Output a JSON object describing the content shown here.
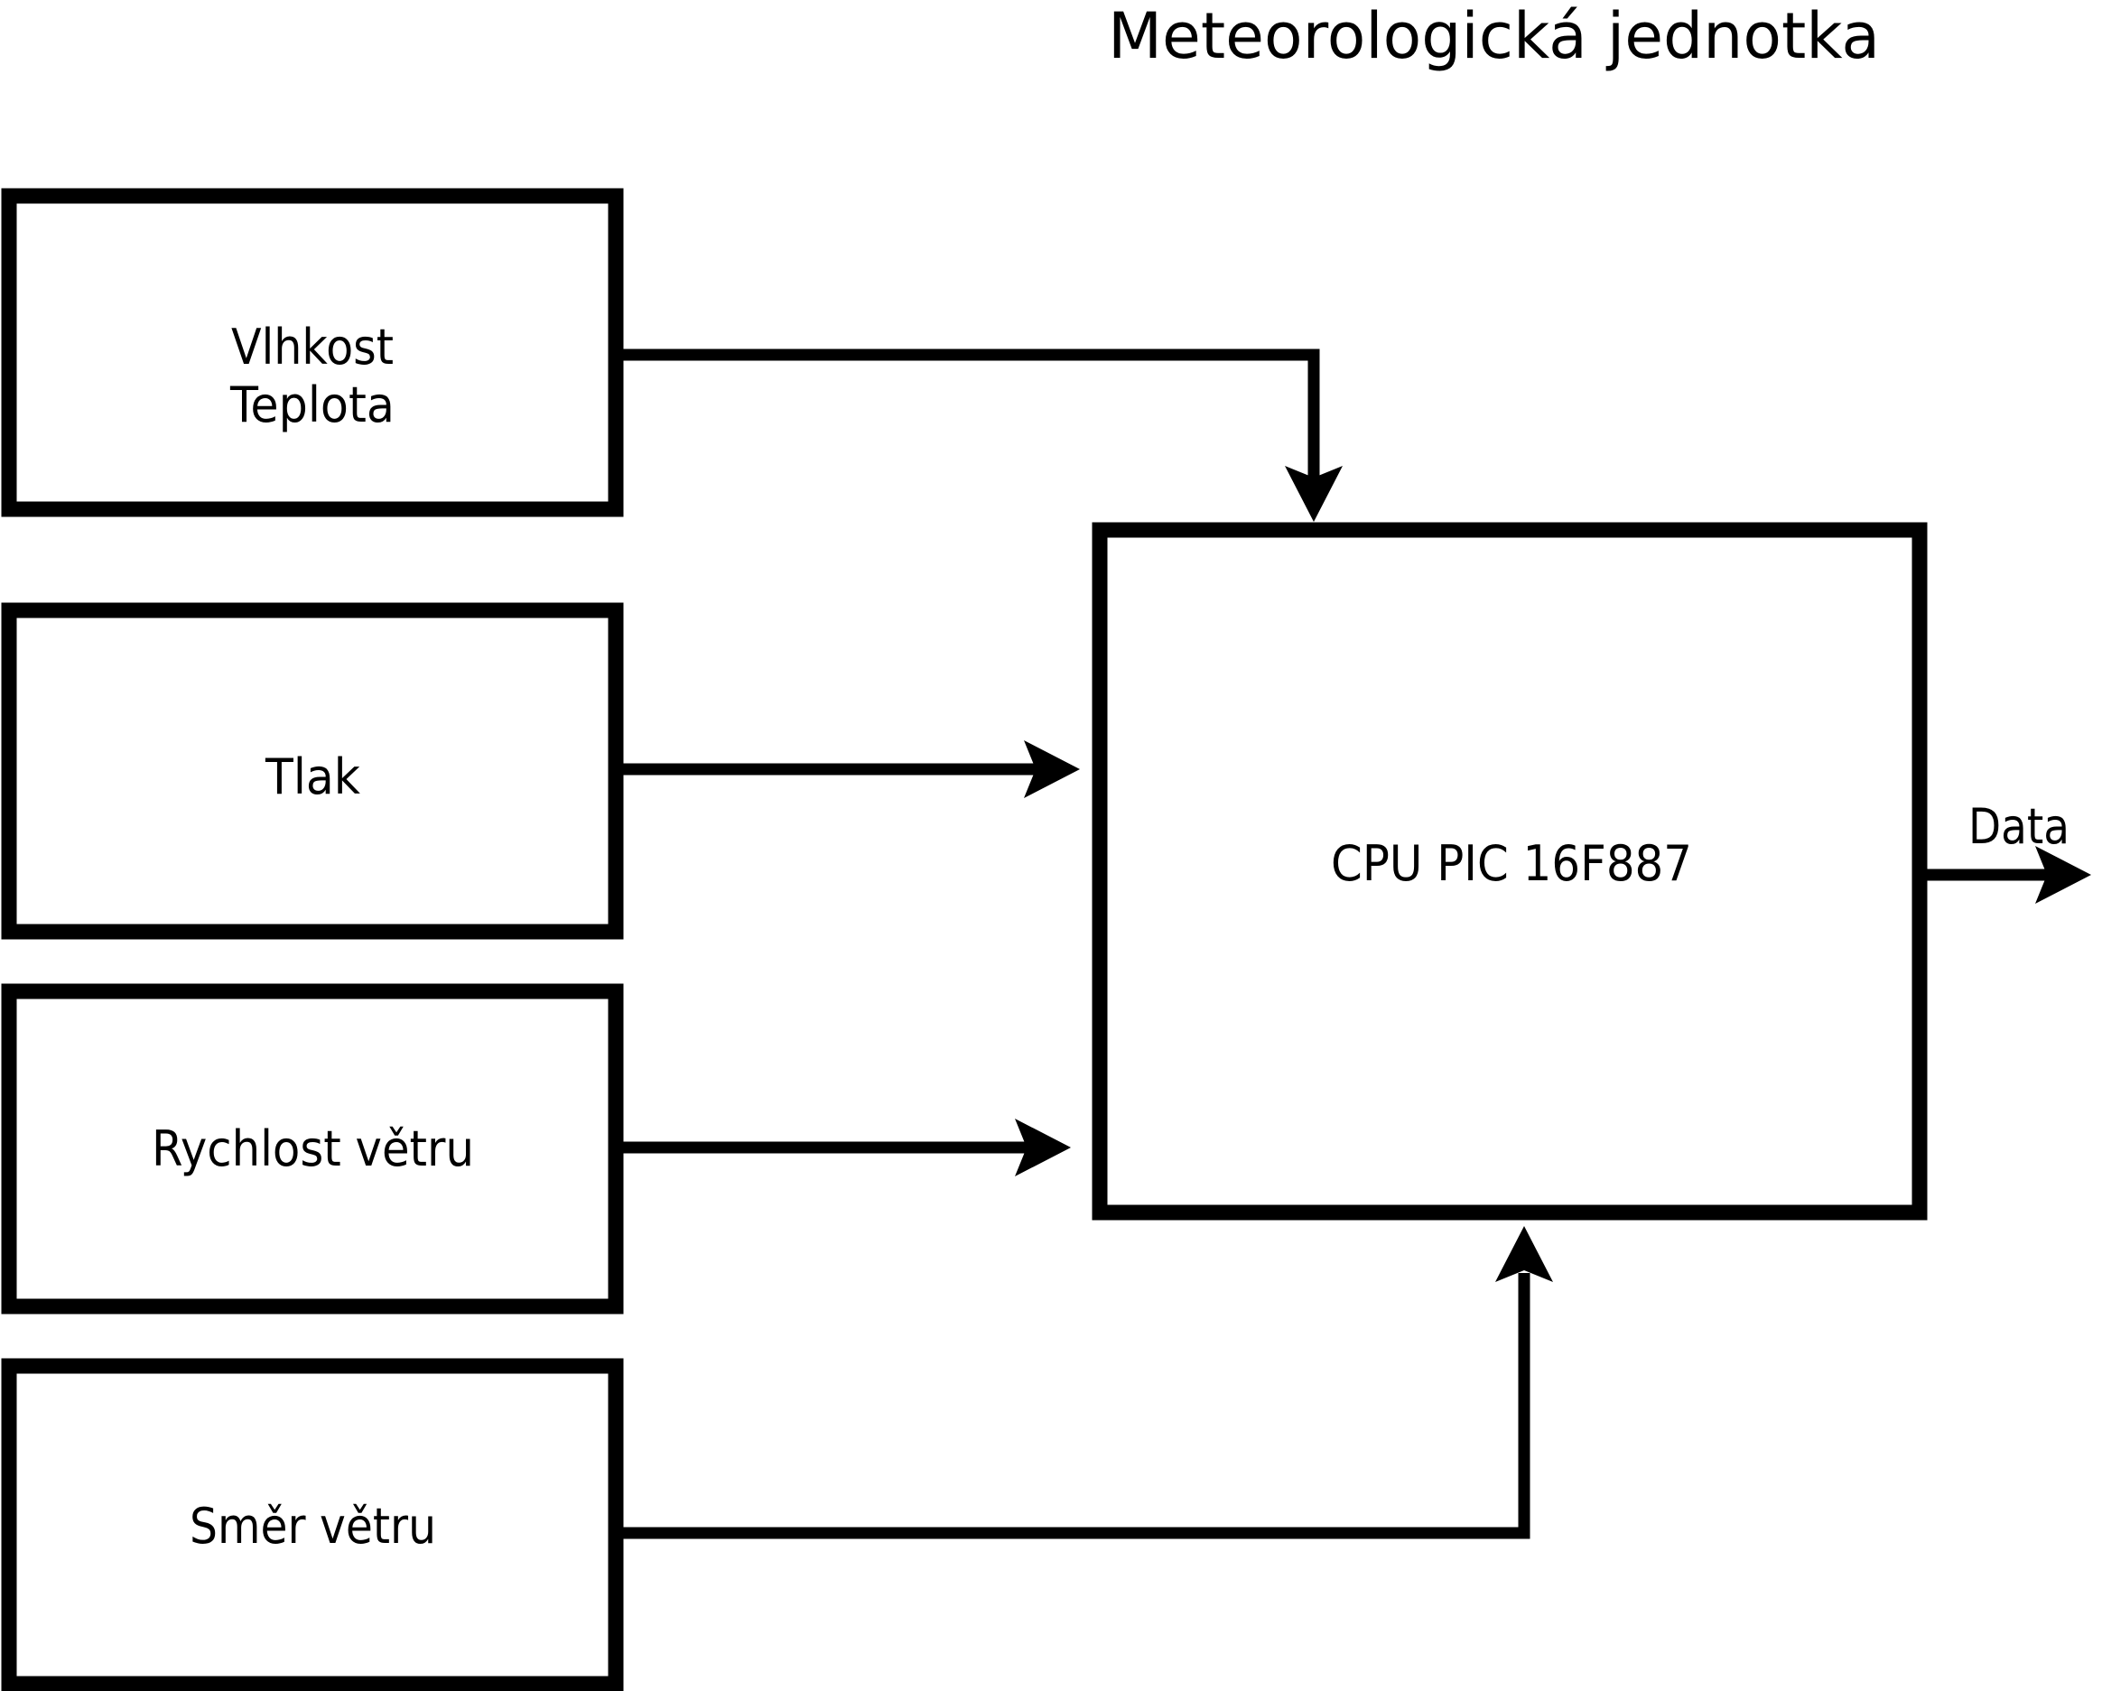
{
  "title": "Meteorologická jednotka",
  "sensors": {
    "humidity_temperature": {
      "line1": "Vlhkost",
      "line2": "Teplota"
    },
    "pressure": {
      "label": "Tlak"
    },
    "wind_speed": {
      "label": "Rychlost větru"
    },
    "wind_direction": {
      "label": "Směr větru"
    }
  },
  "cpu": {
    "label": "CPU PIC 16F887"
  },
  "output": {
    "label": "Data"
  },
  "colors": {
    "stroke": "#000000",
    "box_fill": "#ffffff",
    "background": "#ffffff"
  }
}
